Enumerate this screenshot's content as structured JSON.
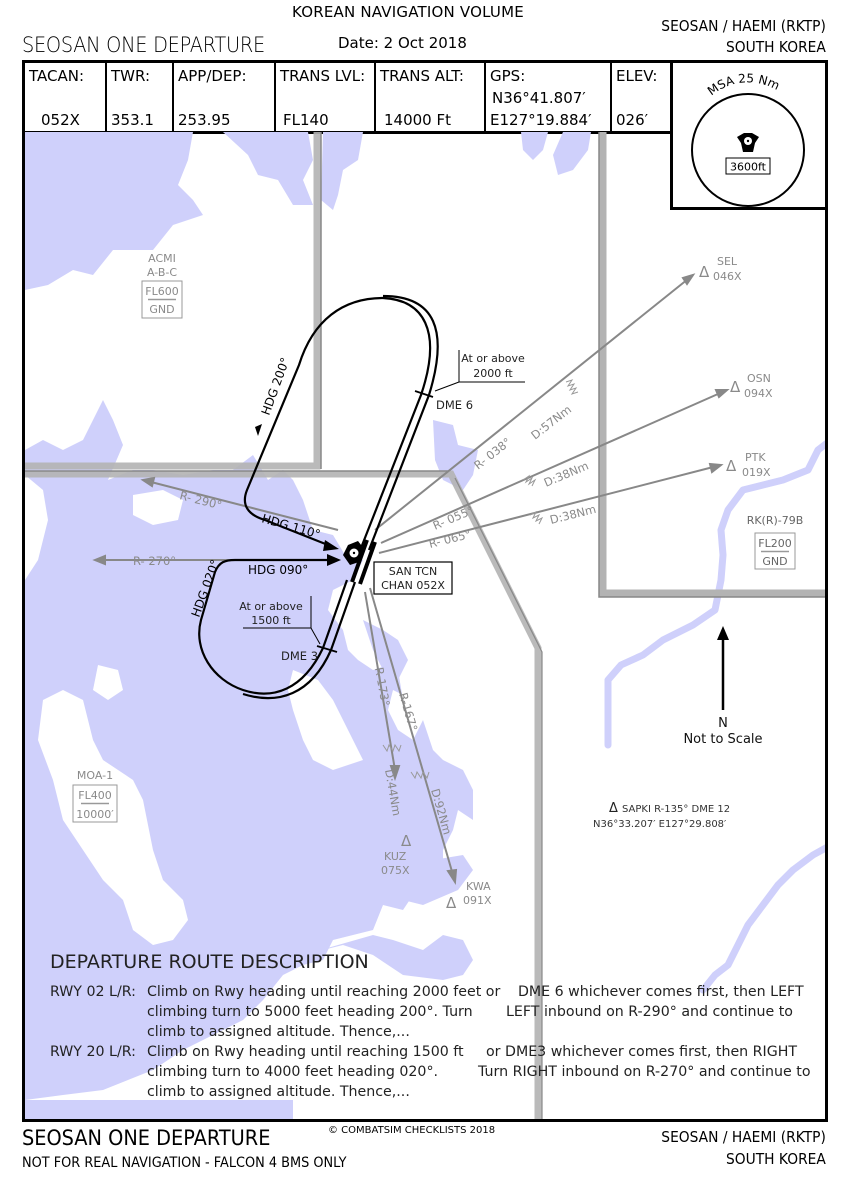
{
  "header": {
    "volume": "KOREAN NAVIGATION VOLUME",
    "title": "SEOSAN ONE DEPARTURE",
    "date": "Date: 2 Oct 2018",
    "airport": "SEOSAN / HAEMI (RKTP)",
    "country": "SOUTH KOREA"
  },
  "info": {
    "tacan": {
      "label": "TACAN:",
      "value": "052X"
    },
    "twr": {
      "label": "TWR:",
      "value": "353.1"
    },
    "app_dep": {
      "label": "APP/DEP:",
      "value": "253.95"
    },
    "trans_lvl": {
      "label": "TRANS LVL:",
      "value": "FL140"
    },
    "trans_alt": {
      "label": "TRANS ALT:",
      "value": "14000 Ft"
    },
    "gps": {
      "label": "GPS:",
      "lat": "N36°41.807′",
      "lon": "E127°19.884′"
    },
    "elev": {
      "label": "ELEV:",
      "value": "026′"
    }
  },
  "msa": {
    "title": "MSA 25 Nm",
    "altitude": "3600ft"
  },
  "map": {
    "colors": {
      "water": "#cfd0fb",
      "airspace": "#b3b3b3",
      "radial": "#888888",
      "route": "#000000"
    },
    "airspaces": [
      {
        "name": "ACMI",
        "sub": "A-B-C",
        "top": "FL600",
        "bottom": "GND"
      },
      {
        "name": "MOA-1",
        "top": "FL400",
        "bottom": "10000′"
      },
      {
        "name": "RK(R)-79B",
        "top": "FL200",
        "bottom": "GND"
      }
    ],
    "tacan_station": {
      "name": "SAN TCN",
      "channel": "CHAN 052X"
    },
    "route_labels": {
      "hdg200": "HDG 200°",
      "hdg110": "HDG 110°",
      "hdg090": "HDG 090°",
      "hdg020": "HDG 020°",
      "dme6": "DME 6",
      "dme3": "DME 3",
      "alt2000_l1": "At or above",
      "alt2000_l2": "2000 ft",
      "alt1500_l1": "At or above",
      "alt1500_l2": "1500 ft"
    },
    "radials": [
      {
        "label": "R- 290°"
      },
      {
        "label": "R- 270°"
      },
      {
        "label": "R- 038°",
        "distance": "D:57Nm",
        "to": "SEL",
        "channel": "046X"
      },
      {
        "label": "R- 055°",
        "distance": "D:38Nm",
        "to": "OSN",
        "channel": "094X"
      },
      {
        "label": "R- 065°",
        "distance": "D:38Nm",
        "to": "PTK",
        "channel": "019X"
      },
      {
        "label": "R-173°",
        "distance": "D:44Nm",
        "to": "KUZ",
        "channel": "075X"
      },
      {
        "label": "R-167°",
        "distance": "D:92Nm",
        "to": "KWA",
        "channel": "091X"
      }
    ],
    "north": {
      "label": "N",
      "scale": "Not to Scale"
    },
    "fix": {
      "line1": "SAPKI  R-135° DME 12",
      "line2": "N36°33.207′ E127°29.808′"
    }
  },
  "description": {
    "title": "DEPARTURE ROUTE DESCRIPTION",
    "rwy02": {
      "label": "RWY 02 L/R:",
      "l1a": "Climb on Rwy heading until reaching 2000 feet or",
      "l1b": "DME 6 whichever comes first, then LEFT",
      "l2a": "climbing turn to 5000 feet heading 200°. Turn",
      "l2b": "LEFT inbound on R-290° and continue to",
      "l3": "climb to assigned altitude. Thence,..."
    },
    "rwy20": {
      "label": "RWY 20 L/R:",
      "l1a": "Climb on Rwy heading until reaching 1500 ft",
      "l1b": "or DME3 whichever comes first, then RIGHT",
      "l2a": "climbing turn to 4000 feet heading 020°.",
      "l2b": "Turn RIGHT inbound on R-270° and continue to",
      "l3": "climb to assigned altitude. Thence,..."
    }
  },
  "footer": {
    "title": "SEOSAN ONE DEPARTURE",
    "copyright": "© COMBATSIM CHECKLISTS 2018",
    "disclaimer": "NOT FOR REAL NAVIGATION - FALCON 4 BMS ONLY",
    "airport": "SEOSAN / HAEMI (RKTP)",
    "country": "SOUTH KOREA"
  }
}
